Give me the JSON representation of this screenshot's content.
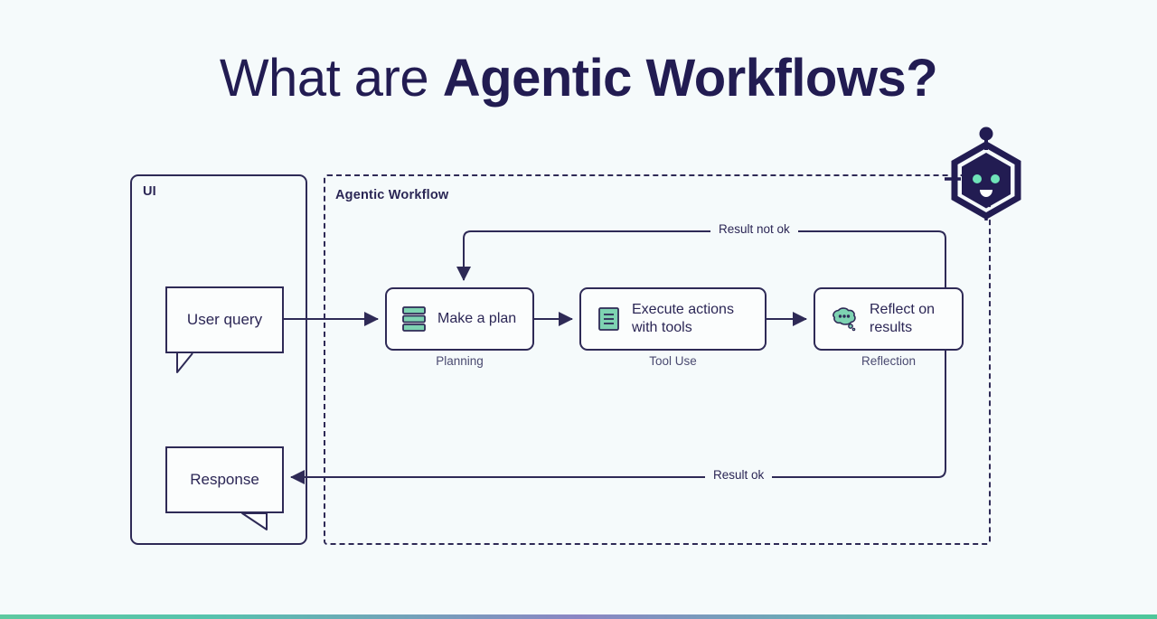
{
  "title": {
    "light": "What are ",
    "bold": "Agentic Workflows?"
  },
  "containers": {
    "ui_label": "UI",
    "workflow_label": "Agentic Workflow"
  },
  "bubbles": {
    "user_query": "User query",
    "response": "Response"
  },
  "steps": [
    {
      "id": "planning",
      "title": "Make a plan",
      "caption": "Planning",
      "icon": "stacked-layers-icon"
    },
    {
      "id": "tool-use",
      "title": "Execute actions\nwith tools",
      "title_line1": "Execute actions",
      "title_line2": "with tools",
      "caption": "Tool Use",
      "icon": "document-lines-icon"
    },
    {
      "id": "reflection",
      "title_line1": "Reflect on",
      "title_line2": "results",
      "caption": "Reflection",
      "icon": "thought-bubble-icon"
    }
  ],
  "edges": {
    "result_not_ok": "Result not ok",
    "result_ok": "Result ok"
  },
  "robot": {
    "name": "agent-robot-icon"
  },
  "colors": {
    "background": "#f5fafb",
    "ink": "#2b2655",
    "stroke": "#2e2a56",
    "accent_green": "#7ed3b2",
    "caption": "#4a4a70",
    "card_fill": "#fbfdfd",
    "gradient_green": "#4ec79a",
    "gradient_purple": "#8b86c4"
  }
}
